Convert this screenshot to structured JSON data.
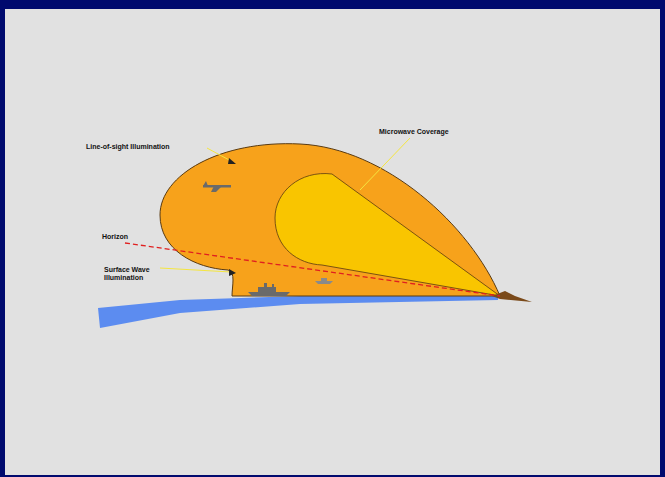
{
  "diagram": {
    "labels": [
      "Line-of-sight Illumination",
      "Microwave Coverage",
      "Horizon",
      "Surface Wave Illumination"
    ]
  }
}
